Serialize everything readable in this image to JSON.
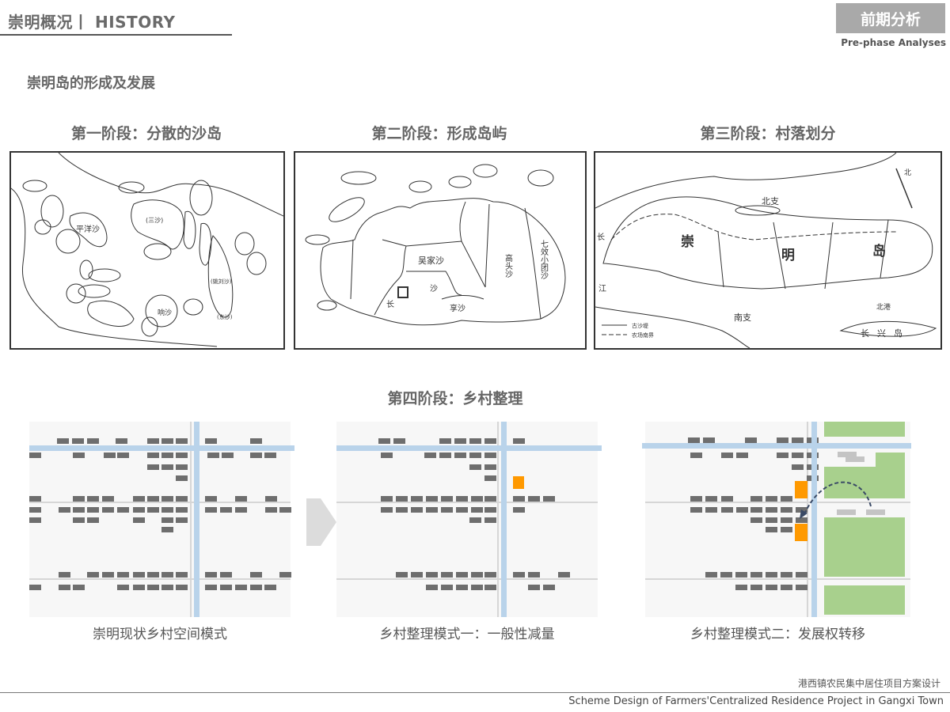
{
  "header": {
    "title": "崇明概况丨 HISTORY",
    "badge": "前期分析",
    "badge_sub": "Pre-phase Analyses"
  },
  "section_title": "崇明岛的形成及发展",
  "stages": [
    {
      "title": "第一阶段：分散的沙岛",
      "labels": [
        "平洋沙",
        "(三沙)",
        "响沙",
        "(姚刘沙)",
        "(东沙)"
      ]
    },
    {
      "title": "第二阶段：形成岛屿",
      "labels": [
        "吴家沙",
        "长",
        "沙",
        "享沙",
        "高头沙",
        "七效小团沙"
      ]
    },
    {
      "title": "第三阶段：村落划分",
      "labels": [
        "北支",
        "南支",
        "长",
        "江",
        "崇",
        "明",
        "岛",
        "北港",
        "长兴岛",
        "古沙堤",
        "农场南界",
        "北"
      ]
    },
    {
      "title": "第四阶段：乡村整理"
    }
  ],
  "diagrams": [
    {
      "caption": "崇明现状乡村空间模式"
    },
    {
      "caption": "乡村整理模式一：一般性减量"
    },
    {
      "caption": "乡村整理模式二：发展权转移"
    }
  ],
  "colors": {
    "road": "#b9d3ea",
    "building": "#6e6e6e",
    "highlight": "#ff9900",
    "green": "#a8d08d",
    "panel": "#f7f7f7",
    "ghost": "#c4c4c4"
  },
  "footer": {
    "project_cn": "港西镇农民集中居住项目方案设计",
    "project_en": "Scheme Design of Farmers'Centralized Residence Project in Gangxi Town"
  }
}
